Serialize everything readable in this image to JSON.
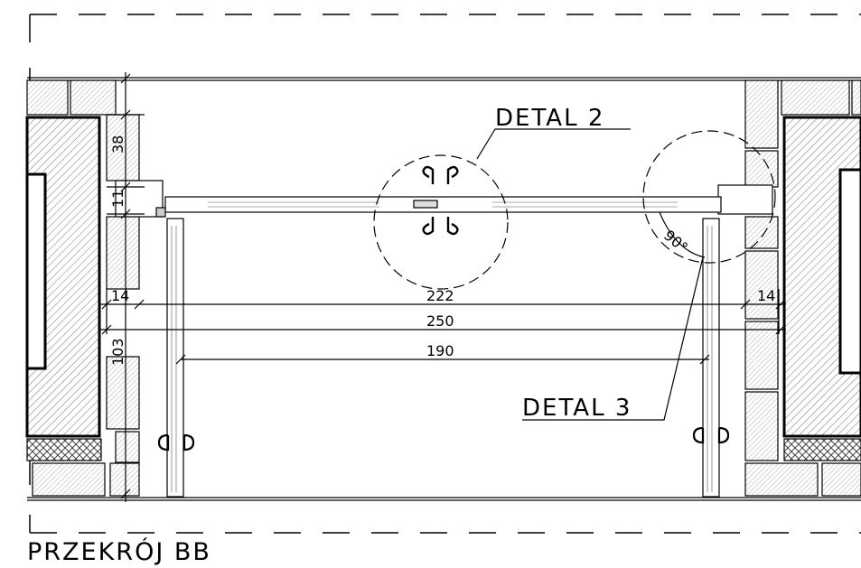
{
  "drawing": {
    "title": "PRZEKRÓJ BB",
    "callouts": {
      "detail_2": "DETAL 2",
      "detail_3": "DETAL 3",
      "angle": "90°"
    },
    "dimensions": {
      "top_block": "38",
      "panel_thickness": "11",
      "lower_block": "103",
      "left_gap": "14",
      "right_gap": "14",
      "inner_span": "222",
      "total_span": "250",
      "door_width": "190"
    }
  }
}
